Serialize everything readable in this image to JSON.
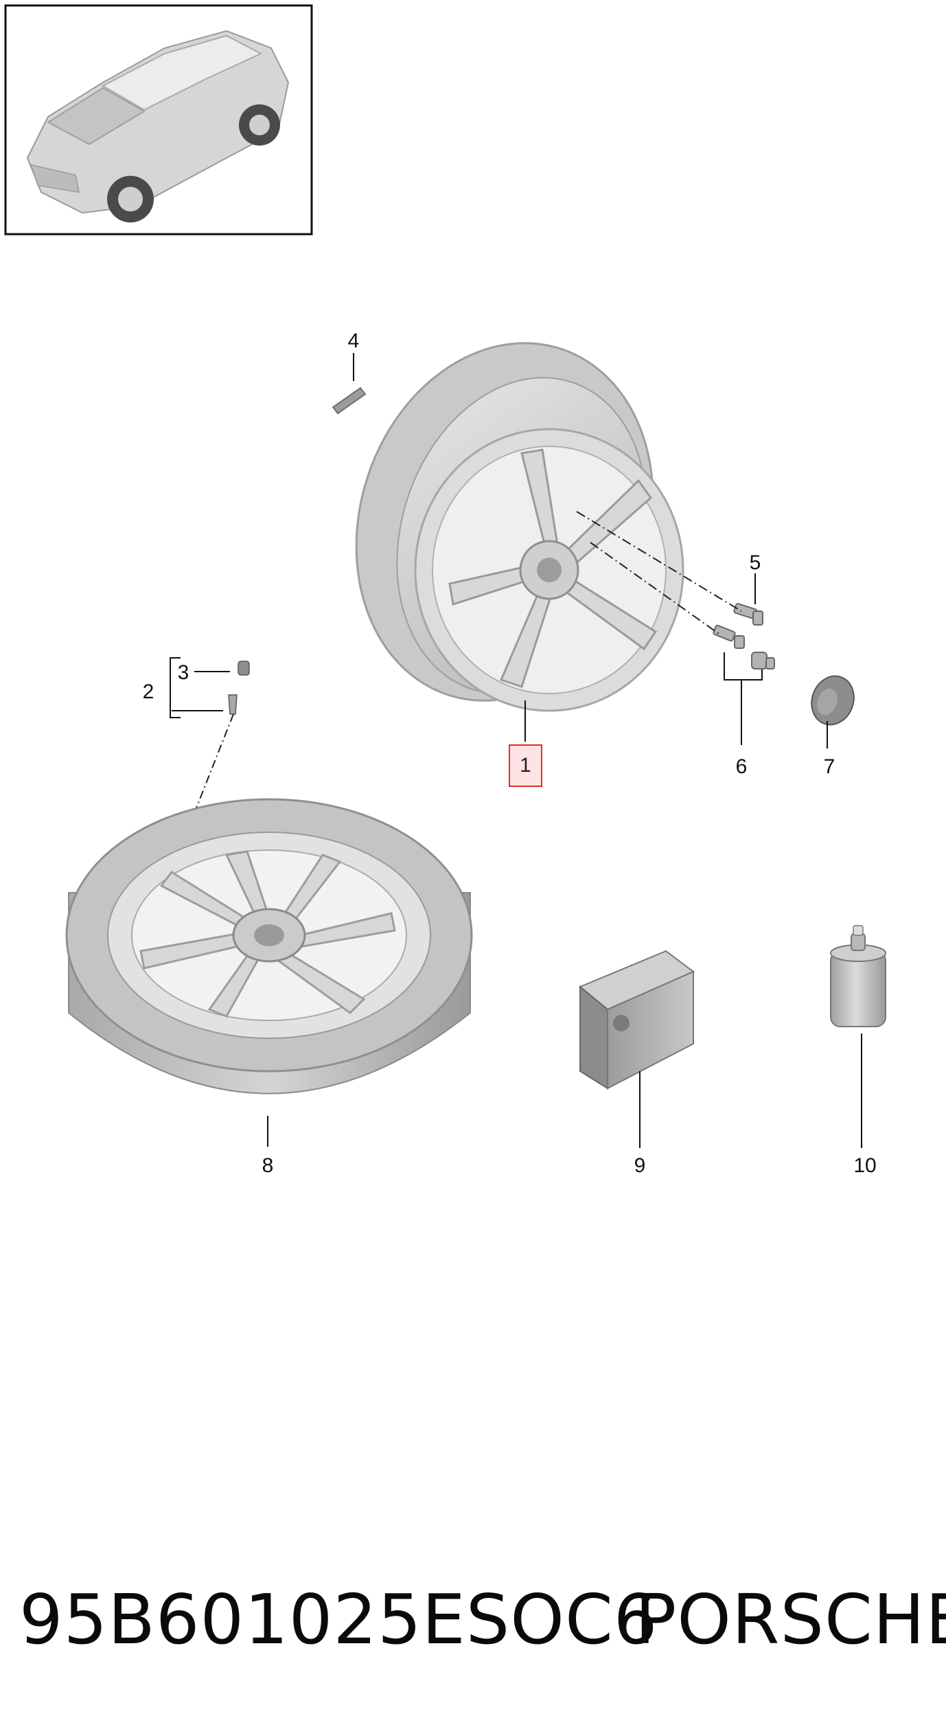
{
  "diagram": {
    "callouts": [
      {
        "id": "1",
        "label": "1",
        "highlighted": true
      },
      {
        "id": "2",
        "label": "2"
      },
      {
        "id": "3",
        "label": "3"
      },
      {
        "id": "4",
        "label": "4"
      },
      {
        "id": "5",
        "label": "5"
      },
      {
        "id": "6",
        "label": "6"
      },
      {
        "id": "7",
        "label": "7"
      },
      {
        "id": "8",
        "label": "8"
      },
      {
        "id": "9",
        "label": "9"
      },
      {
        "id": "10",
        "label": "10"
      }
    ],
    "parts": [
      "vehicle-thumbnail",
      "alloy-wheel",
      "balance-weight",
      "valve-cap",
      "valve-stem",
      "wheel-bolt",
      "locking-wheel-bolts",
      "center-cap",
      "spare-wheel",
      "compressor",
      "sealant-bottle"
    ],
    "highlight_color": "#d9302c",
    "highlight_fill": "#fde3e3"
  },
  "footer": {
    "part_number": "95B601025ESOC6",
    "brand": "PORSCHE"
  }
}
